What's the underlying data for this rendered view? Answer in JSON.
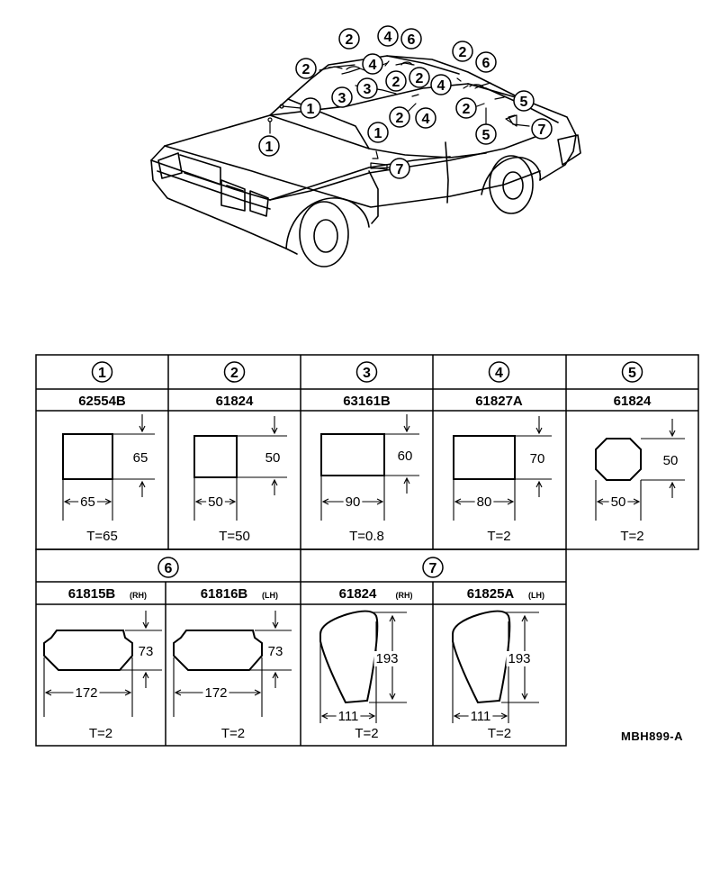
{
  "diagram_ref": "MBH899-A",
  "callouts": [
    {
      "num": "1"
    },
    {
      "num": "1"
    },
    {
      "num": "1"
    },
    {
      "num": "2"
    },
    {
      "num": "2"
    },
    {
      "num": "2"
    },
    {
      "num": "2"
    },
    {
      "num": "2"
    },
    {
      "num": "2"
    },
    {
      "num": "2"
    },
    {
      "num": "3"
    },
    {
      "num": "3"
    },
    {
      "num": "4"
    },
    {
      "num": "4"
    },
    {
      "num": "4"
    },
    {
      "num": "4"
    },
    {
      "num": "5"
    },
    {
      "num": "5"
    },
    {
      "num": "6"
    },
    {
      "num": "6"
    },
    {
      "num": "7"
    },
    {
      "num": "7"
    }
  ],
  "table_row1": [
    {
      "num": "1",
      "part": "62554B",
      "width": "65",
      "height": "65",
      "thickness": "T=65",
      "shape": "rect"
    },
    {
      "num": "2",
      "part": "61824",
      "width": "50",
      "height": "50",
      "thickness": "T=50",
      "shape": "rect"
    },
    {
      "num": "3",
      "part": "63161B",
      "width": "90",
      "height": "60",
      "thickness": "T=0.8",
      "shape": "rect"
    },
    {
      "num": "4",
      "part": "61827A",
      "width": "80",
      "height": "70",
      "thickness": "T=2",
      "shape": "rect"
    },
    {
      "num": "5",
      "part": "61824",
      "width": "50",
      "height": "50",
      "thickness": "T=2",
      "shape": "octagon"
    }
  ],
  "table_row2": [
    {
      "num": "6",
      "parts": [
        {
          "part": "61815B",
          "side": "(RH)",
          "width": "172",
          "height": "73",
          "thickness": "T=2"
        },
        {
          "part": "61816B",
          "side": "(LH)",
          "width": "172",
          "height": "73",
          "thickness": "T=2"
        }
      ]
    },
    {
      "num": "7",
      "parts": [
        {
          "part": "61824",
          "side": "(RH)",
          "width": "111",
          "height": "193",
          "thickness": "T=2"
        },
        {
          "part": "61825A",
          "side": "(LH)",
          "width": "111",
          "height": "193",
          "thickness": "T=2"
        }
      ]
    }
  ]
}
